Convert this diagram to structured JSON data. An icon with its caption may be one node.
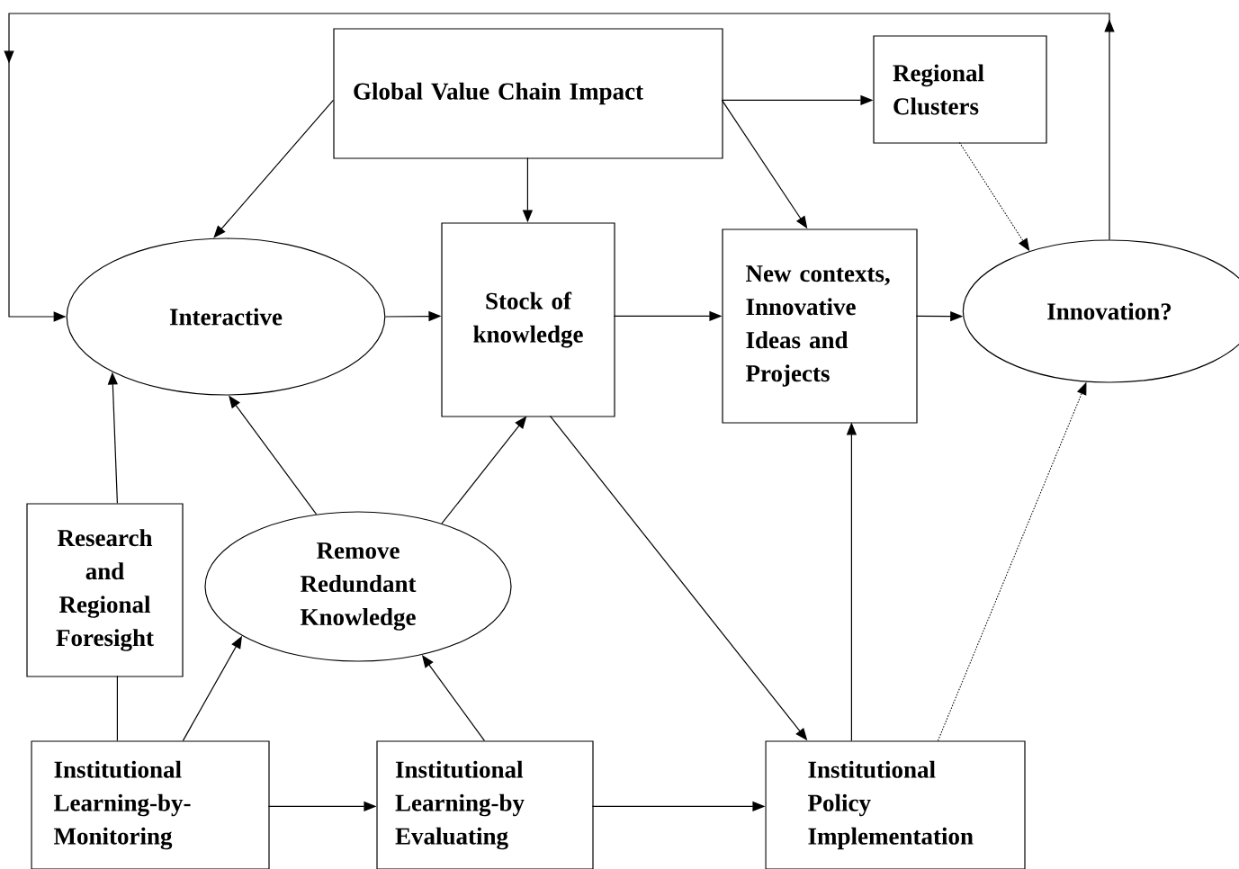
{
  "diagram": {
    "nodes": [
      {
        "text": [
          "Global Value Chain Impact"
        ]
      },
      {
        "text": [
          "Regional Clusters"
        ]
      },
      {
        "text": [
          "Interactive"
        ]
      },
      {
        "text": [
          "Stock of knowledge"
        ]
      },
      {
        "text": [
          "New contexts, Innovative Ideas and Projects"
        ]
      },
      {
        "text": [
          "Innovation?"
        ]
      },
      {
        "text": [
          "Research and Regional Foresight"
        ]
      },
      {
        "text": [
          "Remove Redundant Knowledge"
        ]
      },
      {
        "text": [
          "Institutional Learning-by-Monitoring"
        ]
      },
      {
        "text": [
          "Institutional Learning-by Evaluating"
        ]
      },
      {
        "text": [
          "Institutional Policy Implementation"
        ]
      }
    ],
    "edges": [
      {
        "from": 0,
        "to": 2,
        "arrow": "to"
      },
      {
        "from": 0,
        "to": 3,
        "arrow": "to"
      },
      {
        "from": 0,
        "to": 1,
        "arrow": "to"
      },
      {
        "from": 0,
        "to": 4,
        "arrow": "to"
      },
      {
        "from": 1,
        "to": 5,
        "arrow": "to",
        "style": "dashed"
      },
      {
        "from": 2,
        "to": 3,
        "arrow": "to"
      },
      {
        "from": 3,
        "to": 4,
        "arrow": "to"
      },
      {
        "from": 4,
        "to": 5,
        "arrow": "to"
      },
      {
        "from": 5,
        "to": 2,
        "arrow": "to"
      },
      {
        "from": 6,
        "to": 2,
        "arrow": "to"
      },
      {
        "from": 7,
        "to": 2,
        "arrow": "to"
      },
      {
        "from": 7,
        "to": 3,
        "arrow": "to"
      },
      {
        "from": 8,
        "to": 6,
        "arrow": "none"
      },
      {
        "from": 8,
        "to": 7,
        "arrow": "to"
      },
      {
        "from": 9,
        "to": 7,
        "arrow": "to"
      },
      {
        "from": 8,
        "to": 9,
        "arrow": "to"
      },
      {
        "from": 9,
        "to": 10,
        "arrow": "to"
      },
      {
        "from": 3,
        "to": 10,
        "arrow": "to"
      },
      {
        "from": 10,
        "to": 4,
        "arrow": "to"
      },
      {
        "from": 10,
        "to": 5,
        "arrow": "to",
        "style": "dashed"
      }
    ]
  }
}
